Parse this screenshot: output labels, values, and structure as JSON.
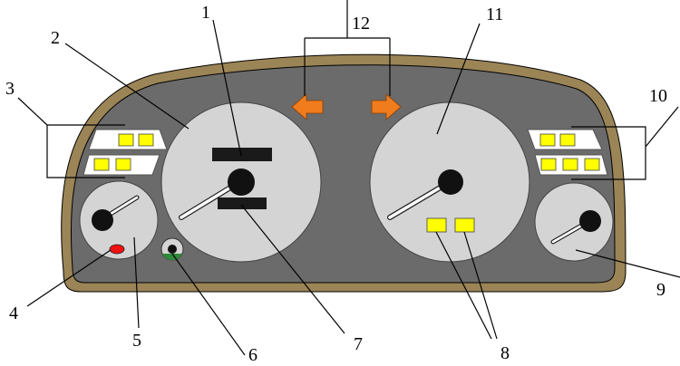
{
  "colors": {
    "background": "#ffffff",
    "bezel_outer": "#9b8456",
    "bezel_inner": "#6b6b6b",
    "dial_face": "#d4d4d4",
    "indicator_yellow": "#ffff00",
    "arrow_orange": "#f07c1e",
    "warning_red": "#ee1111",
    "needle_fill": "#ffffff",
    "hub": "#111111",
    "bar": "#1a1a1a",
    "leader_line": "#000000"
  },
  "icons": {
    "left_arrow": "turn-signal-left-icon",
    "right_arrow": "turn-signal-right-icon",
    "warning_lamp": "red-warning-lamp-icon",
    "reset_knob": "trip-reset-knob-icon"
  },
  "callouts": {
    "c1": "1",
    "c2": "2",
    "c3": "3",
    "c4": "4",
    "c5": "5",
    "c6": "6",
    "c7": "7",
    "c8": "8",
    "c9": "9",
    "c10": "10",
    "c11": "11",
    "c12": "12"
  }
}
